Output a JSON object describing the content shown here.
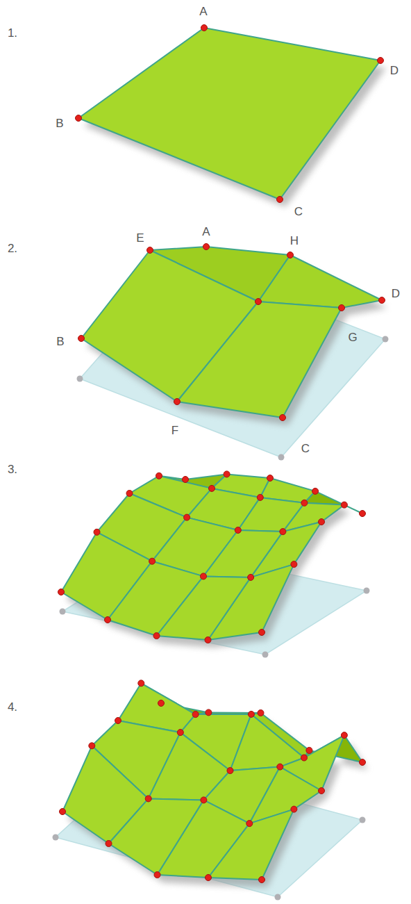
{
  "diagram": {
    "labels": [
      "1.",
      "A",
      "B",
      "D",
      "C",
      "2.",
      "A",
      "E",
      "H",
      "D",
      "B",
      "G",
      "F",
      "C",
      "3.",
      "4."
    ]
  }
}
